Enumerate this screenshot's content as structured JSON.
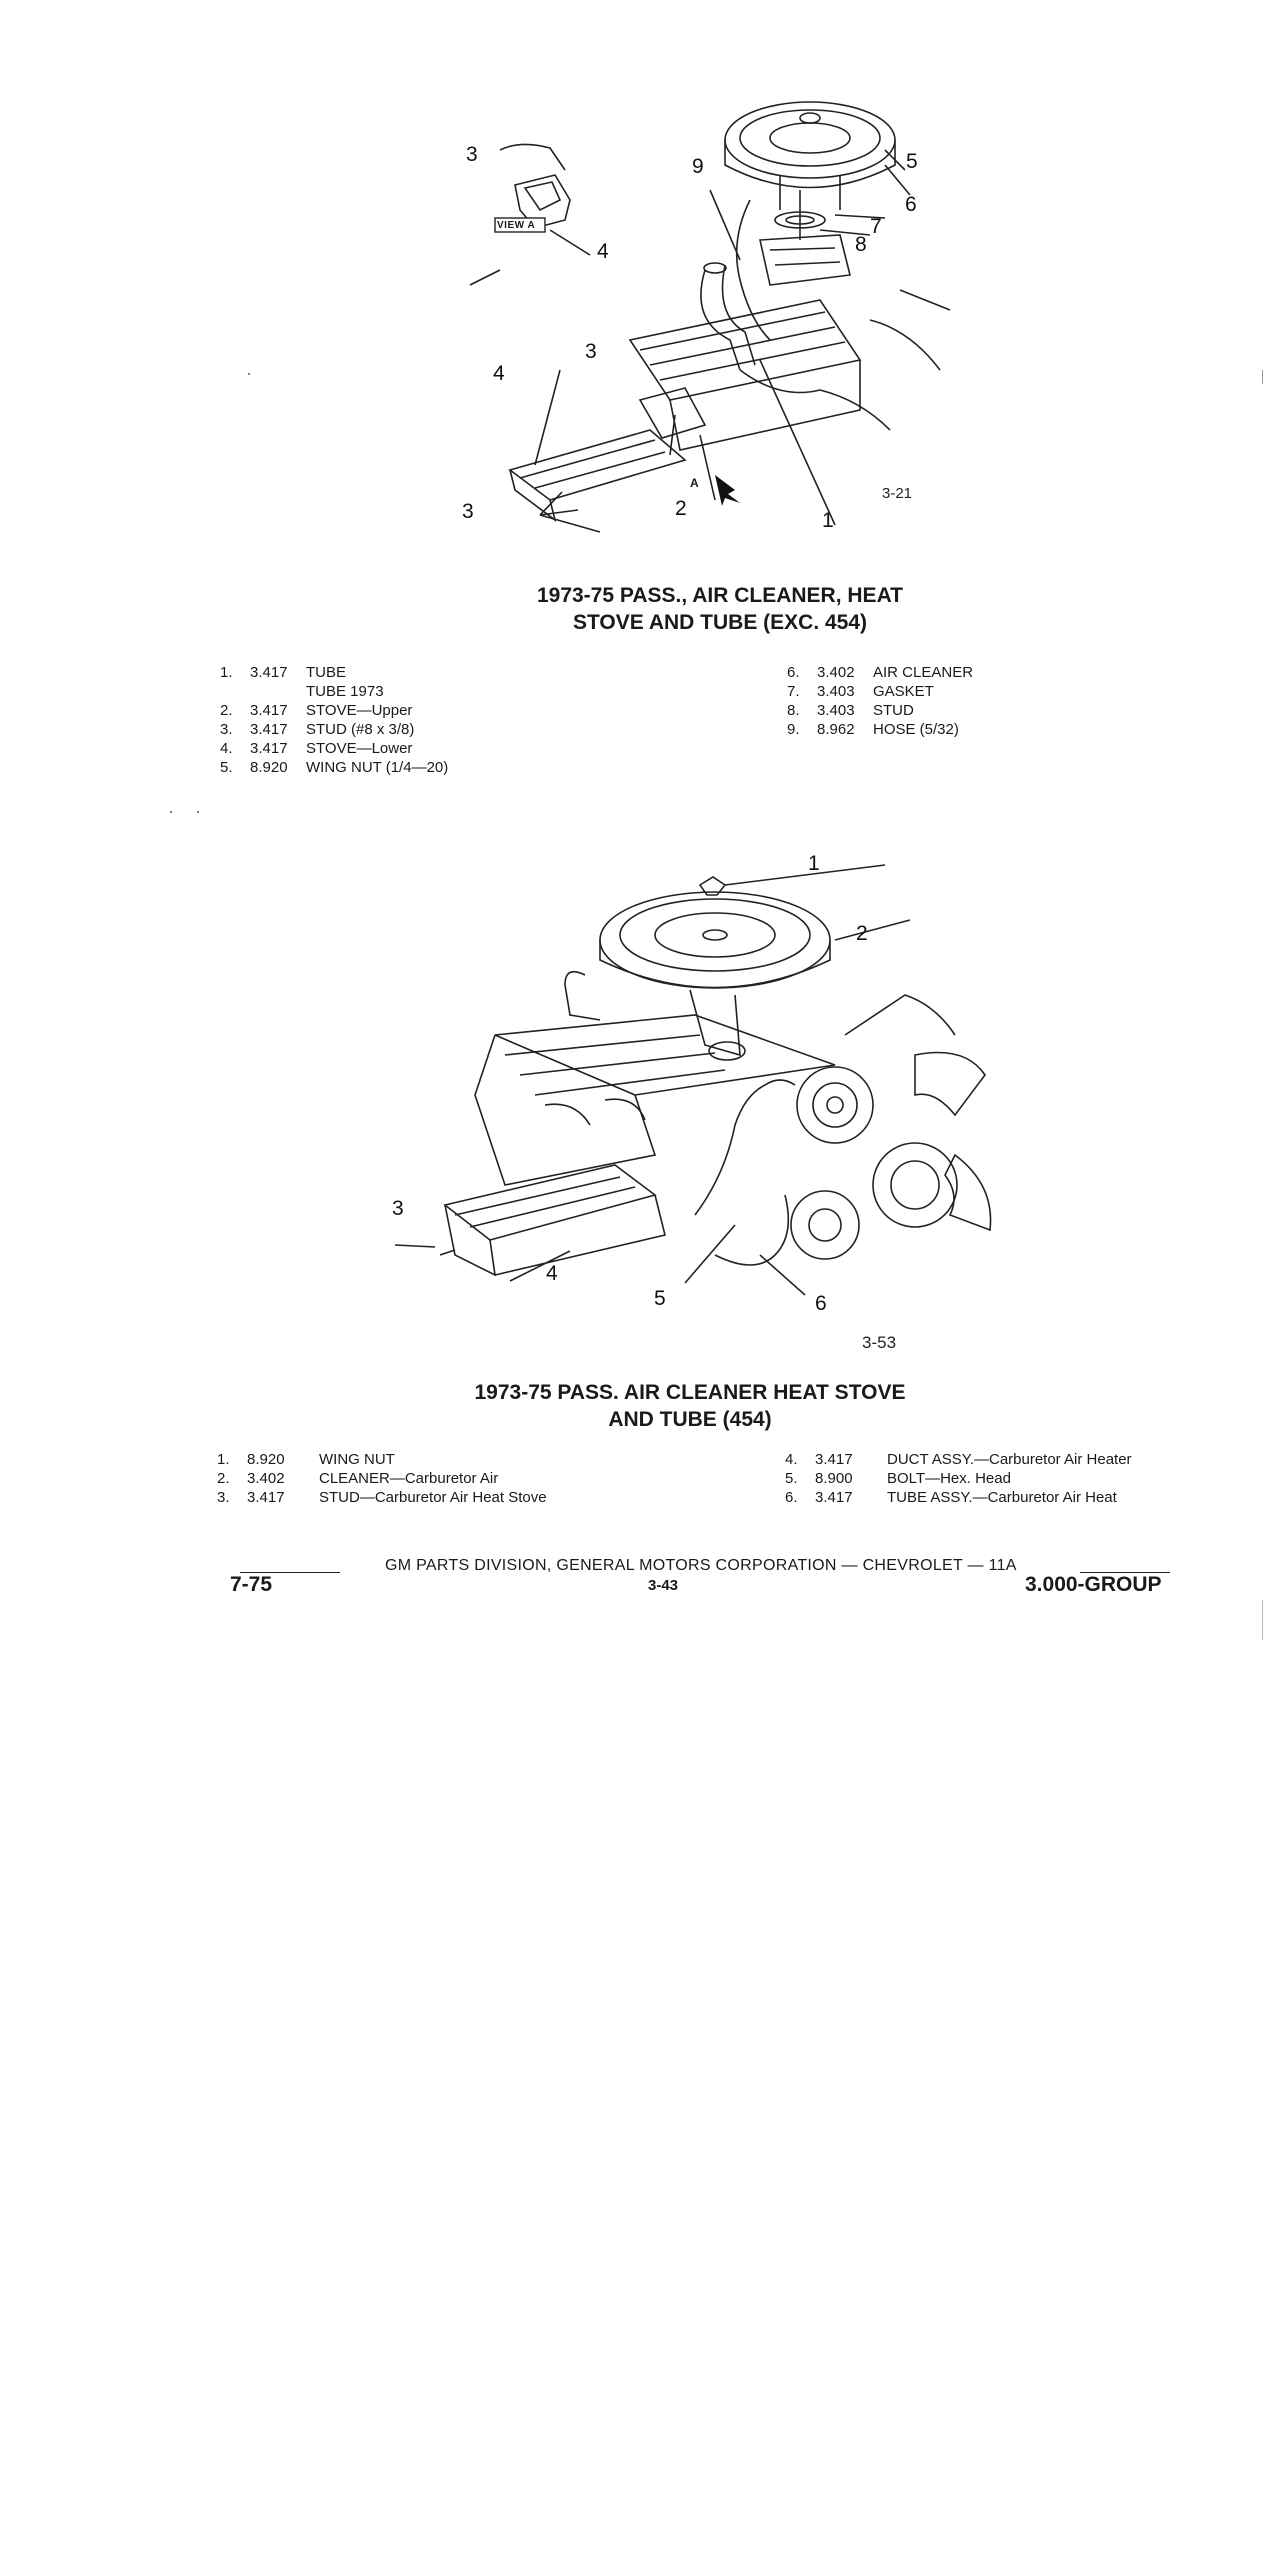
{
  "figure1": {
    "callouts": [
      "3",
      "4",
      "9",
      "5",
      "6",
      "7",
      "8",
      "3",
      "4",
      "3",
      "2",
      "1"
    ],
    "view_label": "VIEW A",
    "arrow_label": "A",
    "fig_number": "3-21",
    "caption_line1": "1973-75 PASS., AIR CLEANER, HEAT",
    "caption_line2": "STOVE AND TUBE (EXC. 454)",
    "parts_left": [
      {
        "num": "1.",
        "code": "3.417",
        "desc": "TUBE"
      },
      {
        "num": "",
        "code": "",
        "desc": "TUBE 1973"
      },
      {
        "num": "2.",
        "code": "3.417",
        "desc": "STOVE—Upper"
      },
      {
        "num": "3.",
        "code": "3.417",
        "desc": "STUD (#8 x 3/8)"
      },
      {
        "num": "4.",
        "code": "3.417",
        "desc": "STOVE—Lower"
      },
      {
        "num": "5.",
        "code": "8.920",
        "desc": "WING NUT (1/4—20)"
      }
    ],
    "parts_right": [
      {
        "num": "6.",
        "code": "3.402",
        "desc": "AIR CLEANER"
      },
      {
        "num": "7.",
        "code": "3.403",
        "desc": "GASKET"
      },
      {
        "num": "8.",
        "code": "3.403",
        "desc": "STUD"
      },
      {
        "num": "9.",
        "code": "8.962",
        "desc": "HOSE (5/32)"
      }
    ]
  },
  "figure2": {
    "callouts": [
      "1",
      "2",
      "3",
      "4",
      "5",
      "6"
    ],
    "fig_number": "3-53",
    "caption_line1": "1973-75 PASS. AIR CLEANER HEAT STOVE",
    "caption_line2": "AND TUBE (454)",
    "parts_left": [
      {
        "num": "1.",
        "code": "8.920",
        "desc": "WING NUT"
      },
      {
        "num": "2.",
        "code": "3.402",
        "desc": "CLEANER—Carburetor Air"
      },
      {
        "num": "3.",
        "code": "3.417",
        "desc": "STUD—Carburetor Air Heat Stove"
      }
    ],
    "parts_right": [
      {
        "num": "4.",
        "code": "3.417",
        "desc": "DUCT ASSY.—Carburetor Air Heater"
      },
      {
        "num": "5.",
        "code": "8.900",
        "desc": "BOLT—Hex. Head"
      },
      {
        "num": "6.",
        "code": "3.417",
        "desc": "TUBE ASSY.—Carburetor Air Heat"
      }
    ]
  },
  "footer": {
    "date": "7-75",
    "publisher": "GM PARTS DIVISION, GENERAL MOTORS CORPORATION — CHEVROLET — 11A",
    "page": "3-43",
    "group": "3.000-GROUP"
  }
}
